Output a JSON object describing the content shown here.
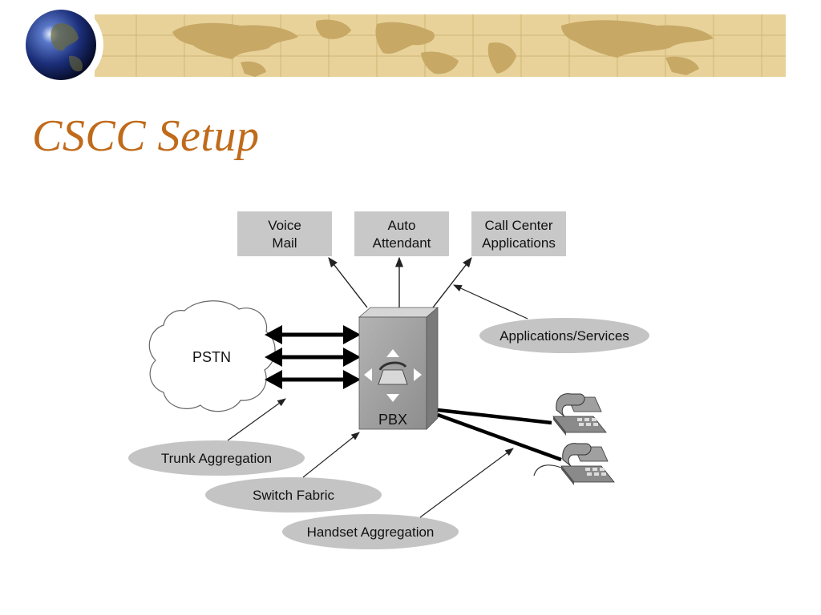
{
  "slide": {
    "title": "CSCC Setup"
  },
  "diagram": {
    "boxes": {
      "voice_mail": [
        "Voice",
        "Mail"
      ],
      "auto_attendant": [
        "Auto",
        "Attendant"
      ],
      "call_center": [
        "Call Center",
        "Applications"
      ]
    },
    "cloud_label": "PSTN",
    "pbx_label": "PBX",
    "callouts": {
      "applications_services": "Applications/Services",
      "trunk_aggregation": "Trunk Aggregation",
      "switch_fabric": "Switch Fabric",
      "handset_aggregation": "Handset Aggregation"
    }
  },
  "colors": {
    "title": "#c06a1a",
    "banner": "#e8d29a",
    "box": "#c8c8c8",
    "ellipse": "#c4c4c4"
  }
}
